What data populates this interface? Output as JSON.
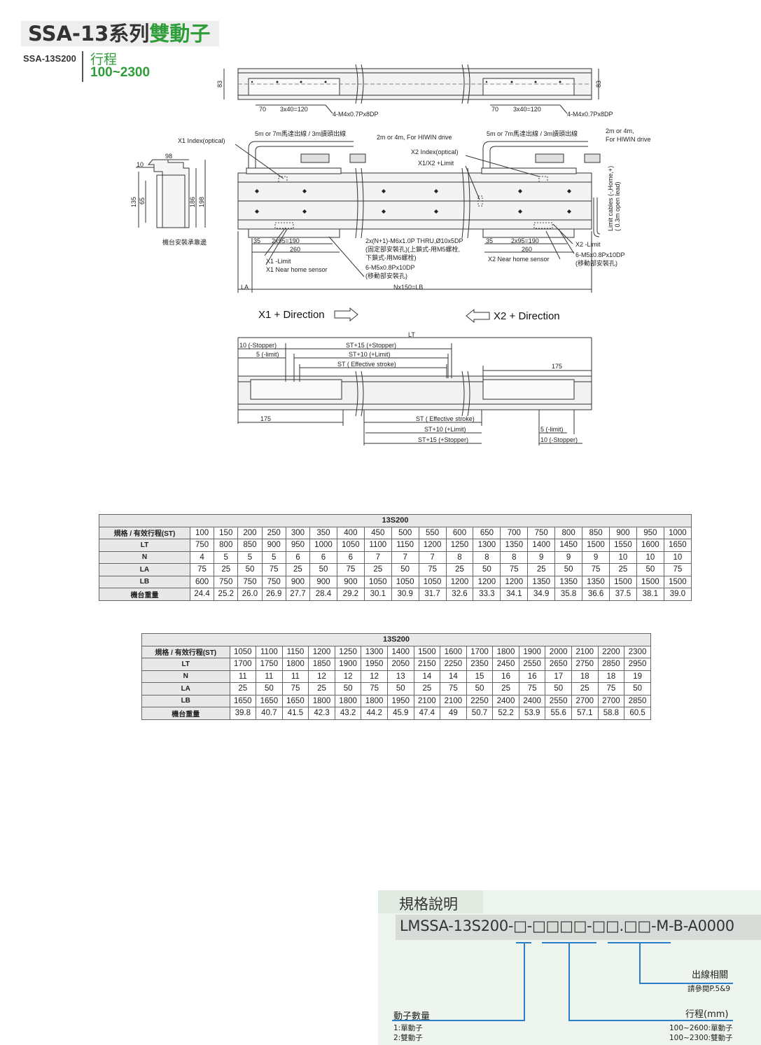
{
  "header": {
    "title_main": "SSA-13系列",
    "title_accent": "雙動子",
    "model": "SSA-13S200",
    "stroke_label": "行程",
    "stroke_range": "100~2300"
  },
  "colors": {
    "accent": "#2f9e3a",
    "header_bg": "#eeeeee",
    "spec_bg": "#edf5ee",
    "line_blue": "#2b7fc9"
  },
  "drawing": {
    "top": {
      "h83": "83",
      "d70": "70",
      "d3x40": "3x40=120",
      "thread": "4-M4x0.7Px8DP"
    },
    "front": {
      "x1_index": "X1 Index(optical)",
      "cable_note": "5m or 7m馬達出線 / 3m讀頭出線",
      "drive_note": "2m or 4m, For HIWIN drive",
      "drive_note2_a": "2m or 4m,",
      "drive_note2_b": "For HIWIN drive",
      "x2_index": "X2 Index(optical)",
      "x12_limit": "X1/X2 +Limit",
      "limit_cables": "Limit cables (-,Home,+)",
      "open_lead": "( 0.3m open lead)",
      "mount_note_a": "2x(N+1)-M6x1.0P THRU,Ø10x5DP",
      "mount_note_b": "(固定部安裝孔)(上鎖式-用M5螺栓,",
      "mount_note_c": "下鎖式-用M6螺栓)",
      "mount_note_d": "6-M5x0.8Px10DP",
      "mount_note_e": "(移動部安裝孔)",
      "x2_limit": "X2 -Limit",
      "mount2_a": "6-M5x0.8Px10DP",
      "mount2_b": "(移動部安裝孔)",
      "x1_limit": "X1 -Limit",
      "x1_home": "X1 Near home sensor",
      "x2_home": "X2 Near home sensor",
      "d35": "35",
      "d2x95": "2x95=190",
      "d260": "260",
      "la": "LA",
      "lb": "Nx150=LB"
    },
    "side": {
      "d10": "10",
      "d98": "98",
      "d135": "135",
      "d65": "65",
      "d186": "186",
      "d198": "198",
      "mount_edge": "機台安裝承靠邊"
    },
    "direction": {
      "x1": "X1 + Direction",
      "x2": "X2 + Direction"
    },
    "stroke": {
      "lt": "LT",
      "stopper_neg": "10 (-Stopper)",
      "limit_neg": "5 (-limit)",
      "st15": "ST+15 (+Stopper)",
      "st10": "ST+10 (+Limit)",
      "st": "ST ( Effective stroke)",
      "d175": "175",
      "st_b": "ST ( Effective stroke)",
      "st10_b": "ST+10 (+Limit)",
      "st15_b": "ST+15 (+Stopper)",
      "limit_neg_b": "5 (-limit)",
      "stopper_neg_b": "10 (-Stopper)"
    }
  },
  "tables": [
    {
      "title": "13S200",
      "rows": [
        {
          "label": "規格 / 有效行程(ST)",
          "values": [
            "100",
            "150",
            "200",
            "250",
            "300",
            "350",
            "400",
            "450",
            "500",
            "550",
            "600",
            "650",
            "700",
            "750",
            "800",
            "850",
            "900",
            "950",
            "1000"
          ]
        },
        {
          "label": "LT",
          "values": [
            "750",
            "800",
            "850",
            "900",
            "950",
            "1000",
            "1050",
            "1100",
            "1150",
            "1200",
            "1250",
            "1300",
            "1350",
            "1400",
            "1450",
            "1500",
            "1550",
            "1600",
            "1650"
          ]
        },
        {
          "label": "N",
          "values": [
            "4",
            "5",
            "5",
            "5",
            "6",
            "6",
            "6",
            "7",
            "7",
            "7",
            "8",
            "8",
            "8",
            "9",
            "9",
            "9",
            "10",
            "10",
            "10"
          ]
        },
        {
          "label": "LA",
          "values": [
            "75",
            "25",
            "50",
            "75",
            "25",
            "50",
            "75",
            "25",
            "50",
            "75",
            "25",
            "50",
            "75",
            "25",
            "50",
            "75",
            "25",
            "50",
            "75"
          ]
        },
        {
          "label": "LB",
          "values": [
            "600",
            "750",
            "750",
            "750",
            "900",
            "900",
            "900",
            "1050",
            "1050",
            "1050",
            "1200",
            "1200",
            "1200",
            "1350",
            "1350",
            "1350",
            "1500",
            "1500",
            "1500"
          ]
        },
        {
          "label": "機台重量",
          "values": [
            "24.4",
            "25.2",
            "26.0",
            "26.9",
            "27.7",
            "28.4",
            "29.2",
            "30.1",
            "30.9",
            "31.7",
            "32.6",
            "33.3",
            "34.1",
            "34.9",
            "35.8",
            "36.6",
            "37.5",
            "38.1",
            "39.0"
          ]
        }
      ]
    },
    {
      "title": "13S200",
      "rows": [
        {
          "label": "規格 / 有效行程(ST)",
          "values": [
            "1050",
            "1100",
            "1150",
            "1200",
            "1250",
            "1300",
            "1400",
            "1500",
            "1600",
            "1700",
            "1800",
            "1900",
            "2000",
            "2100",
            "2200",
            "2300"
          ]
        },
        {
          "label": "LT",
          "values": [
            "1700",
            "1750",
            "1800",
            "1850",
            "1900",
            "1950",
            "2050",
            "2150",
            "2250",
            "2350",
            "2450",
            "2550",
            "2650",
            "2750",
            "2850",
            "2950"
          ]
        },
        {
          "label": "N",
          "values": [
            "11",
            "11",
            "11",
            "12",
            "12",
            "12",
            "13",
            "14",
            "14",
            "15",
            "16",
            "16",
            "17",
            "18",
            "18",
            "19"
          ]
        },
        {
          "label": "LA",
          "values": [
            "25",
            "50",
            "75",
            "25",
            "50",
            "75",
            "50",
            "25",
            "75",
            "50",
            "25",
            "75",
            "50",
            "25",
            "75",
            "50"
          ]
        },
        {
          "label": "LB",
          "values": [
            "1650",
            "1650",
            "1650",
            "1800",
            "1800",
            "1800",
            "1950",
            "2100",
            "2100",
            "2250",
            "2400",
            "2400",
            "2550",
            "2700",
            "2700",
            "2850"
          ]
        },
        {
          "label": "機台重量",
          "values": [
            "39.8",
            "40.7",
            "41.5",
            "42.3",
            "43.2",
            "44.2",
            "45.9",
            "47.4",
            "49",
            "50.7",
            "52.2",
            "53.9",
            "55.6",
            "57.1",
            "58.8",
            "60.5"
          ]
        }
      ]
    }
  ],
  "spec": {
    "title": "規格說明",
    "code": "LMSSA-13S200-□-□□□□-□□.□□-M-B-A0000",
    "cable_label": "出線相關",
    "cable_ref": "請參閱P.5&9",
    "stroke_label": "行程(mm)",
    "stroke_opt1": "100~2600:單動子",
    "stroke_opt2": "100~2300:雙動子",
    "mover_label": "動子數量",
    "mover_opt1": "1:單動子",
    "mover_opt2": "2:雙動子"
  }
}
